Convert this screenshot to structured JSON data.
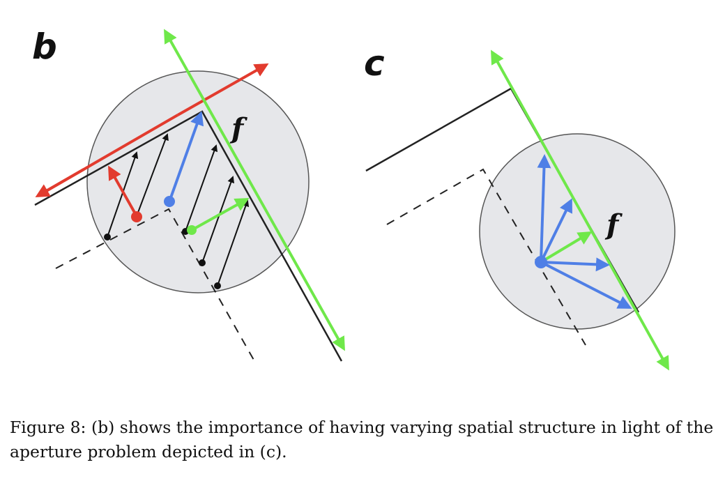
{
  "panel_b": {
    "label": "b",
    "field_label": "f"
  },
  "panel_c": {
    "label": "c",
    "field_label": "f"
  },
  "colors": {
    "circle_fill": "#e6e7ea",
    "outline": "#222222",
    "red": "#e23b2e",
    "green": "#6fe84a",
    "blue": "#4f7fe6",
    "black": "#111111"
  },
  "caption": "Figure 8: (b) shows the importance of having varying spatial structure in light of the aperture problem depicted in (c)."
}
